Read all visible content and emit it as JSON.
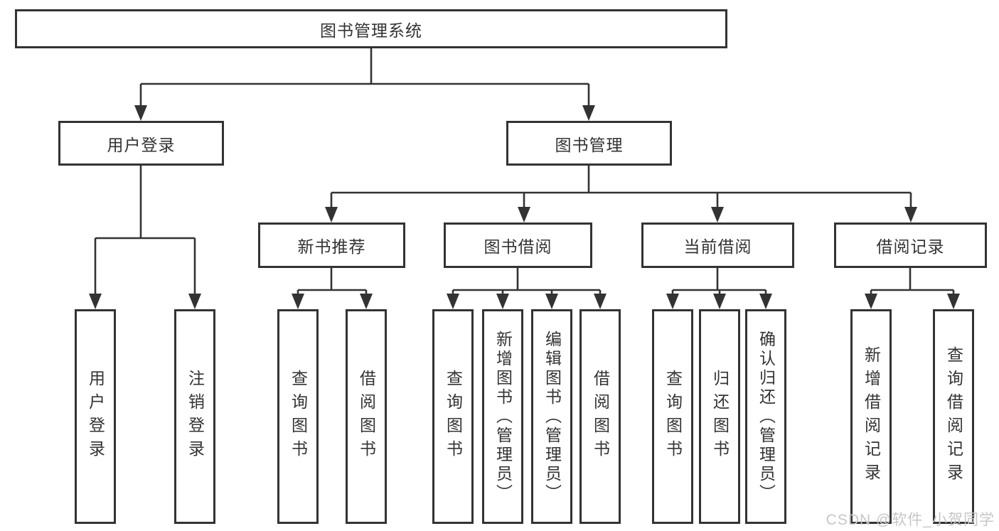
{
  "title": "图书管理系统",
  "nodes": {
    "root": "图书管理系统",
    "user_login": "用户登录",
    "book_management": "图书管理",
    "new_book_recommend": "新书推荐",
    "book_borrow": "图书借阅",
    "current_borrow": "当前借阅",
    "borrow_records": "借阅记录"
  },
  "leaves": {
    "user_login": [
      "用户登录",
      "注销登录"
    ],
    "new_book_recommend": [
      "查询图书",
      "借阅图书"
    ],
    "book_borrow": [
      "查询图书",
      "新增图书（管理员）",
      "编辑图书（管理员）",
      "借阅图书"
    ],
    "current_borrow": [
      "查询图书",
      "归还图书",
      "确认归还（管理员）"
    ],
    "borrow_records": [
      "新增借阅记录",
      "查询借阅记录"
    ]
  },
  "watermark": "CSDN @软件_小贺同学",
  "colors": {
    "line": "#333333",
    "box_border": "#333333",
    "text": "#333333",
    "background": "#ffffff",
    "watermark": "#c6c6c6"
  }
}
